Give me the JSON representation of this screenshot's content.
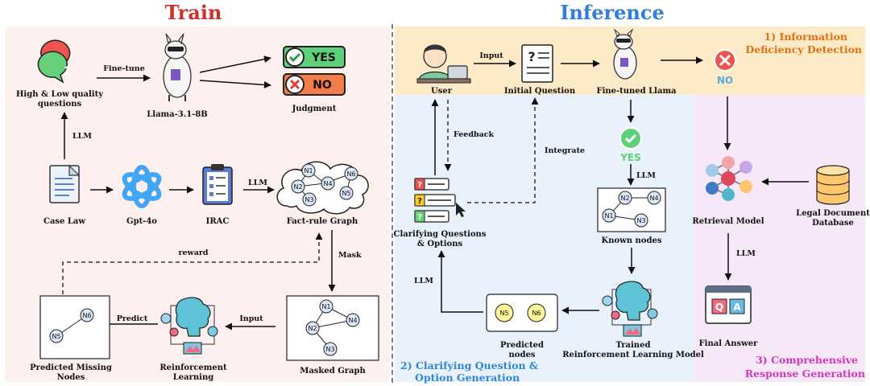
{
  "titles": {
    "train": "Train",
    "inference": "Inference"
  },
  "sections": {
    "s1": [
      "1) Information",
      "Deficiency Detection"
    ],
    "s2": [
      "2) Clarifying Question &",
      "Option Generation"
    ],
    "s3": [
      "3) Comprehensive",
      "Response Generation"
    ]
  },
  "train": {
    "questions": [
      "High & Low quality",
      "questions"
    ],
    "finetune": "Fine-tune",
    "llama": "Llama-3.1-8B",
    "yes": "YES",
    "no": "NO",
    "judgment": "Judgment",
    "llm_up": "LLM",
    "caselaw": "Case Law",
    "gpt": "Gpt-4o",
    "irac": "IRAC",
    "llm_graph": "LLM",
    "factrule": "Fact-rule Graph",
    "reward": "reward",
    "mask": "Mask",
    "predict": "Predict",
    "input": "Input",
    "missing": [
      "Predicted Missing",
      "Nodes"
    ],
    "rl": [
      "Reinforcement",
      "Learning"
    ],
    "masked": "Masked Graph"
  },
  "inference": {
    "user": "User",
    "input": "Input",
    "initial_q": "Initial Question",
    "finetuned": "Fine-tuned Llama",
    "no": "NO",
    "feedback": "Feedback",
    "integrate": "Integrate",
    "yes": "YES",
    "llm_known": "LLM",
    "clarify": [
      "Clarifying Questions",
      "& Options"
    ],
    "known": "Known nodes",
    "llm_left": "LLM",
    "predicted": [
      "Predicted",
      "nodes"
    ],
    "trained": [
      "Trained",
      "Reinforcement Learning Model"
    ],
    "retrieval": "Retrieval Model",
    "legal_db": [
      "Legal Document",
      "Database"
    ],
    "llm_final": "LLM",
    "final": "Final Answer",
    "qa_q": "Q",
    "qa_a": "A"
  },
  "nodes": {
    "n1": "N1",
    "n2": "N2",
    "n3": "N3",
    "n4": "N4",
    "n5": "N5",
    "n6": "N6"
  },
  "colors": {
    "train_bg": "#fdf0ee",
    "s1_bg": "#fdebc7",
    "s2_bg": "#e8f1fc",
    "s3_bg": "#f6e8f8",
    "yellow_node": "#fff59a",
    "blue_node": "#dbe8fa"
  }
}
